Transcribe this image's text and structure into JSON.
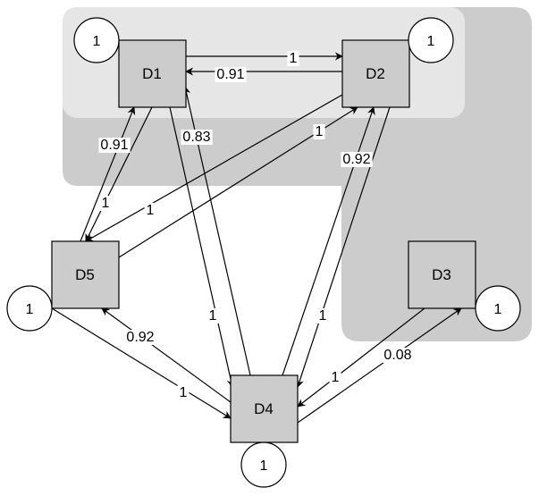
{
  "colors": {
    "region_dark": "#cccccc",
    "region_light": "#e6e6e6",
    "node_gray": "#cccccc",
    "node_white": "#ffffff"
  },
  "nodes": {
    "D1": {
      "label": "D1",
      "fill": "#cccccc",
      "self_loop": "1"
    },
    "D2": {
      "label": "D2",
      "fill": "#cccccc",
      "self_loop": "1"
    },
    "D3": {
      "label": "D3",
      "fill": "#cccccc",
      "self_loop": "1"
    },
    "D4": {
      "label": "D4",
      "fill": "#cccccc",
      "self_loop": "1"
    },
    "D5": {
      "label": "D5",
      "fill": "#cccccc",
      "self_loop": "1"
    }
  },
  "edges": [
    {
      "id": "d1-d2",
      "from": "D1",
      "to": "D2",
      "label": "1"
    },
    {
      "id": "d2-d1",
      "from": "D2",
      "to": "D1",
      "label": "0.91"
    },
    {
      "id": "d5-d1",
      "from": "D5",
      "to": "D1",
      "label": "0.91"
    },
    {
      "id": "d1-d5",
      "from": "D1",
      "to": "D5",
      "label": "1"
    },
    {
      "id": "d1-d4",
      "from": "D1",
      "to": "D4",
      "label": "1"
    },
    {
      "id": "d4-d1",
      "from": "D4",
      "to": "D1",
      "label": "0.83"
    },
    {
      "id": "d5-d2",
      "from": "D5",
      "to": "D2",
      "label": "1"
    },
    {
      "id": "d2-d5",
      "from": "D2",
      "to": "D5",
      "label": "1"
    },
    {
      "id": "d4-d2",
      "from": "D4",
      "to": "D2",
      "label": "0.92"
    },
    {
      "id": "d2-d4",
      "from": "D2",
      "to": "D4",
      "label": "1"
    },
    {
      "id": "d5-d4",
      "from": "D5",
      "to": "D4",
      "label": "1"
    },
    {
      "id": "d4-d5",
      "from": "D4",
      "to": "D5",
      "label": "0.92"
    },
    {
      "id": "d4-d3",
      "from": "D4",
      "to": "D3",
      "label": "0.08"
    },
    {
      "id": "d3-d4",
      "from": "D3",
      "to": "D4",
      "label": "1"
    }
  ]
}
